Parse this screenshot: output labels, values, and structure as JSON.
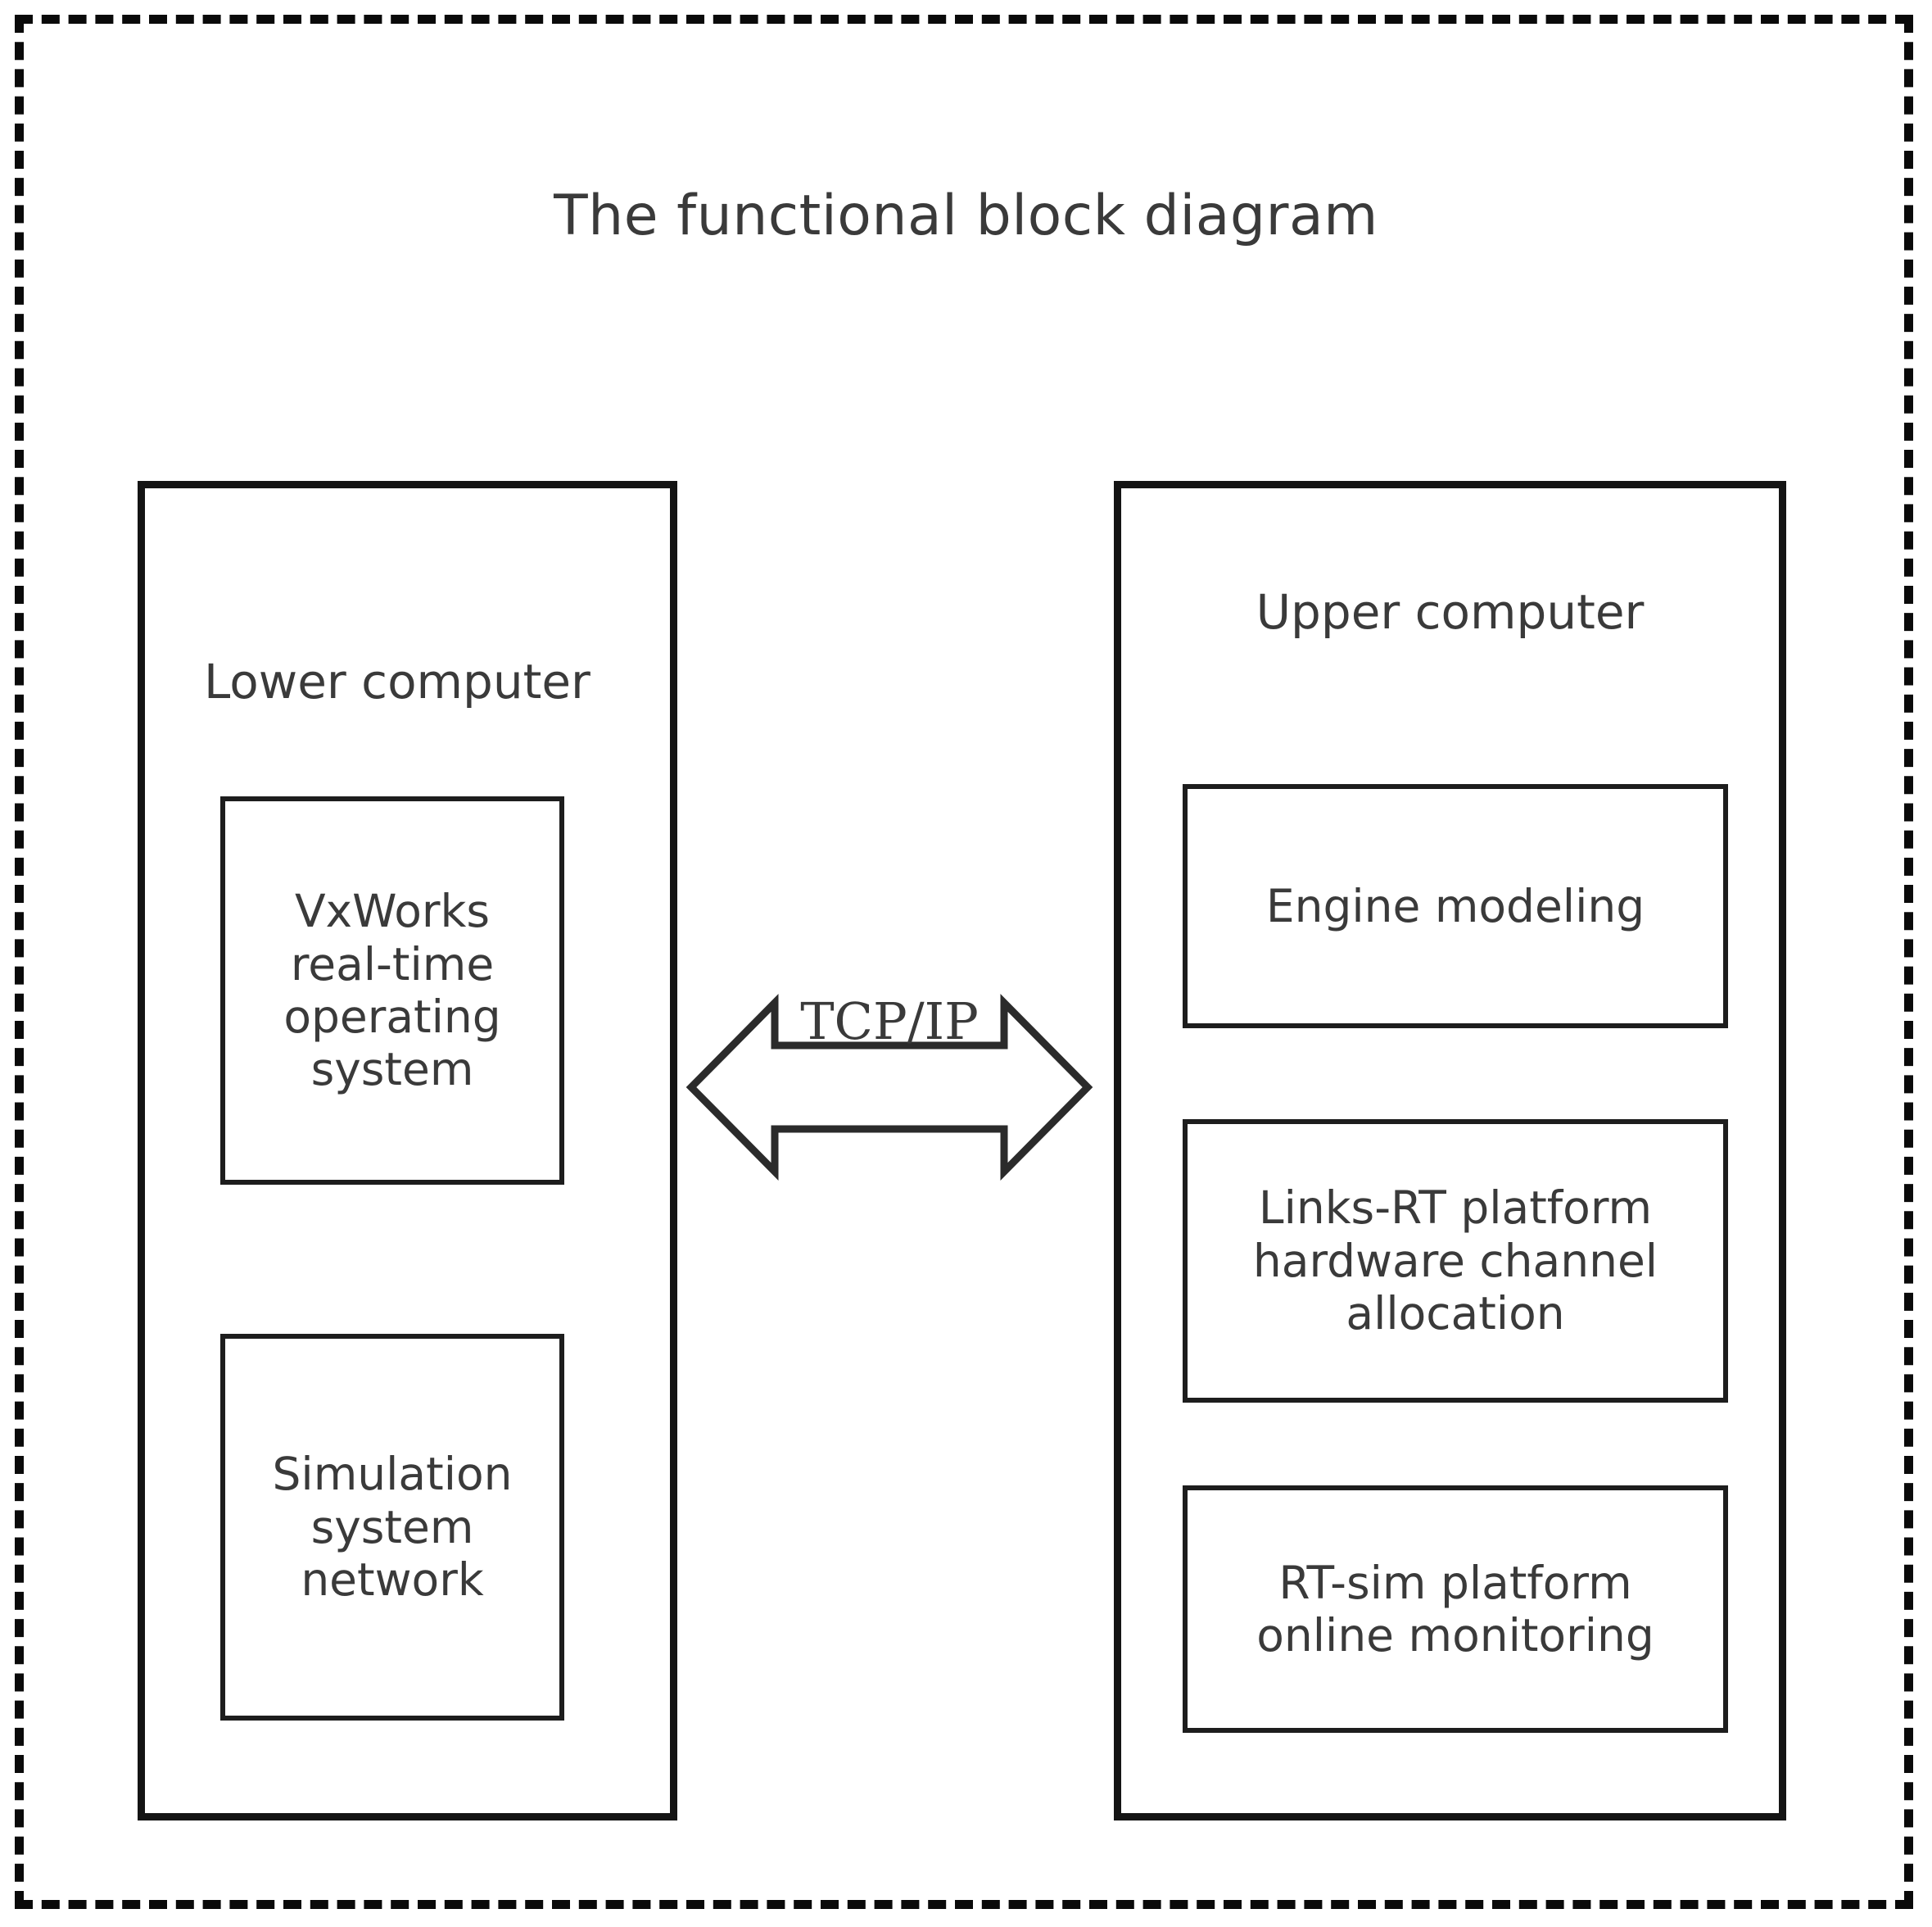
{
  "diagram": {
    "title": "The functional block diagram",
    "frame_style": "dashed",
    "colors": {
      "frame": "#0a0a0a",
      "panel_border": "#141414",
      "block_border": "#1d1d1d",
      "text": "#3a3a3a",
      "background": "#ffffff"
    }
  },
  "panels": [
    {
      "id": "lower-computer",
      "label": "Lower computer",
      "blocks": [
        {
          "id": "vxworks-rtos",
          "text": "VxWorks\nreal-time\noperating\nsystem"
        },
        {
          "id": "simulation-system-network",
          "text": "Simulation\nsystem\nnetwork"
        }
      ]
    },
    {
      "id": "upper-computer",
      "label": "Upper computer",
      "blocks": [
        {
          "id": "engine-modeling",
          "text": "Engine modeling"
        },
        {
          "id": "links-rt-platform",
          "text": "Links-RT platform\nhardware channel\nallocation"
        },
        {
          "id": "rt-sim-platform",
          "text": "RT-sim platform\nonline monitoring"
        }
      ]
    }
  ],
  "connector": {
    "id": "tcp-ip-link",
    "label": "TCP/IP",
    "kind": "bidirectional-arrow"
  }
}
